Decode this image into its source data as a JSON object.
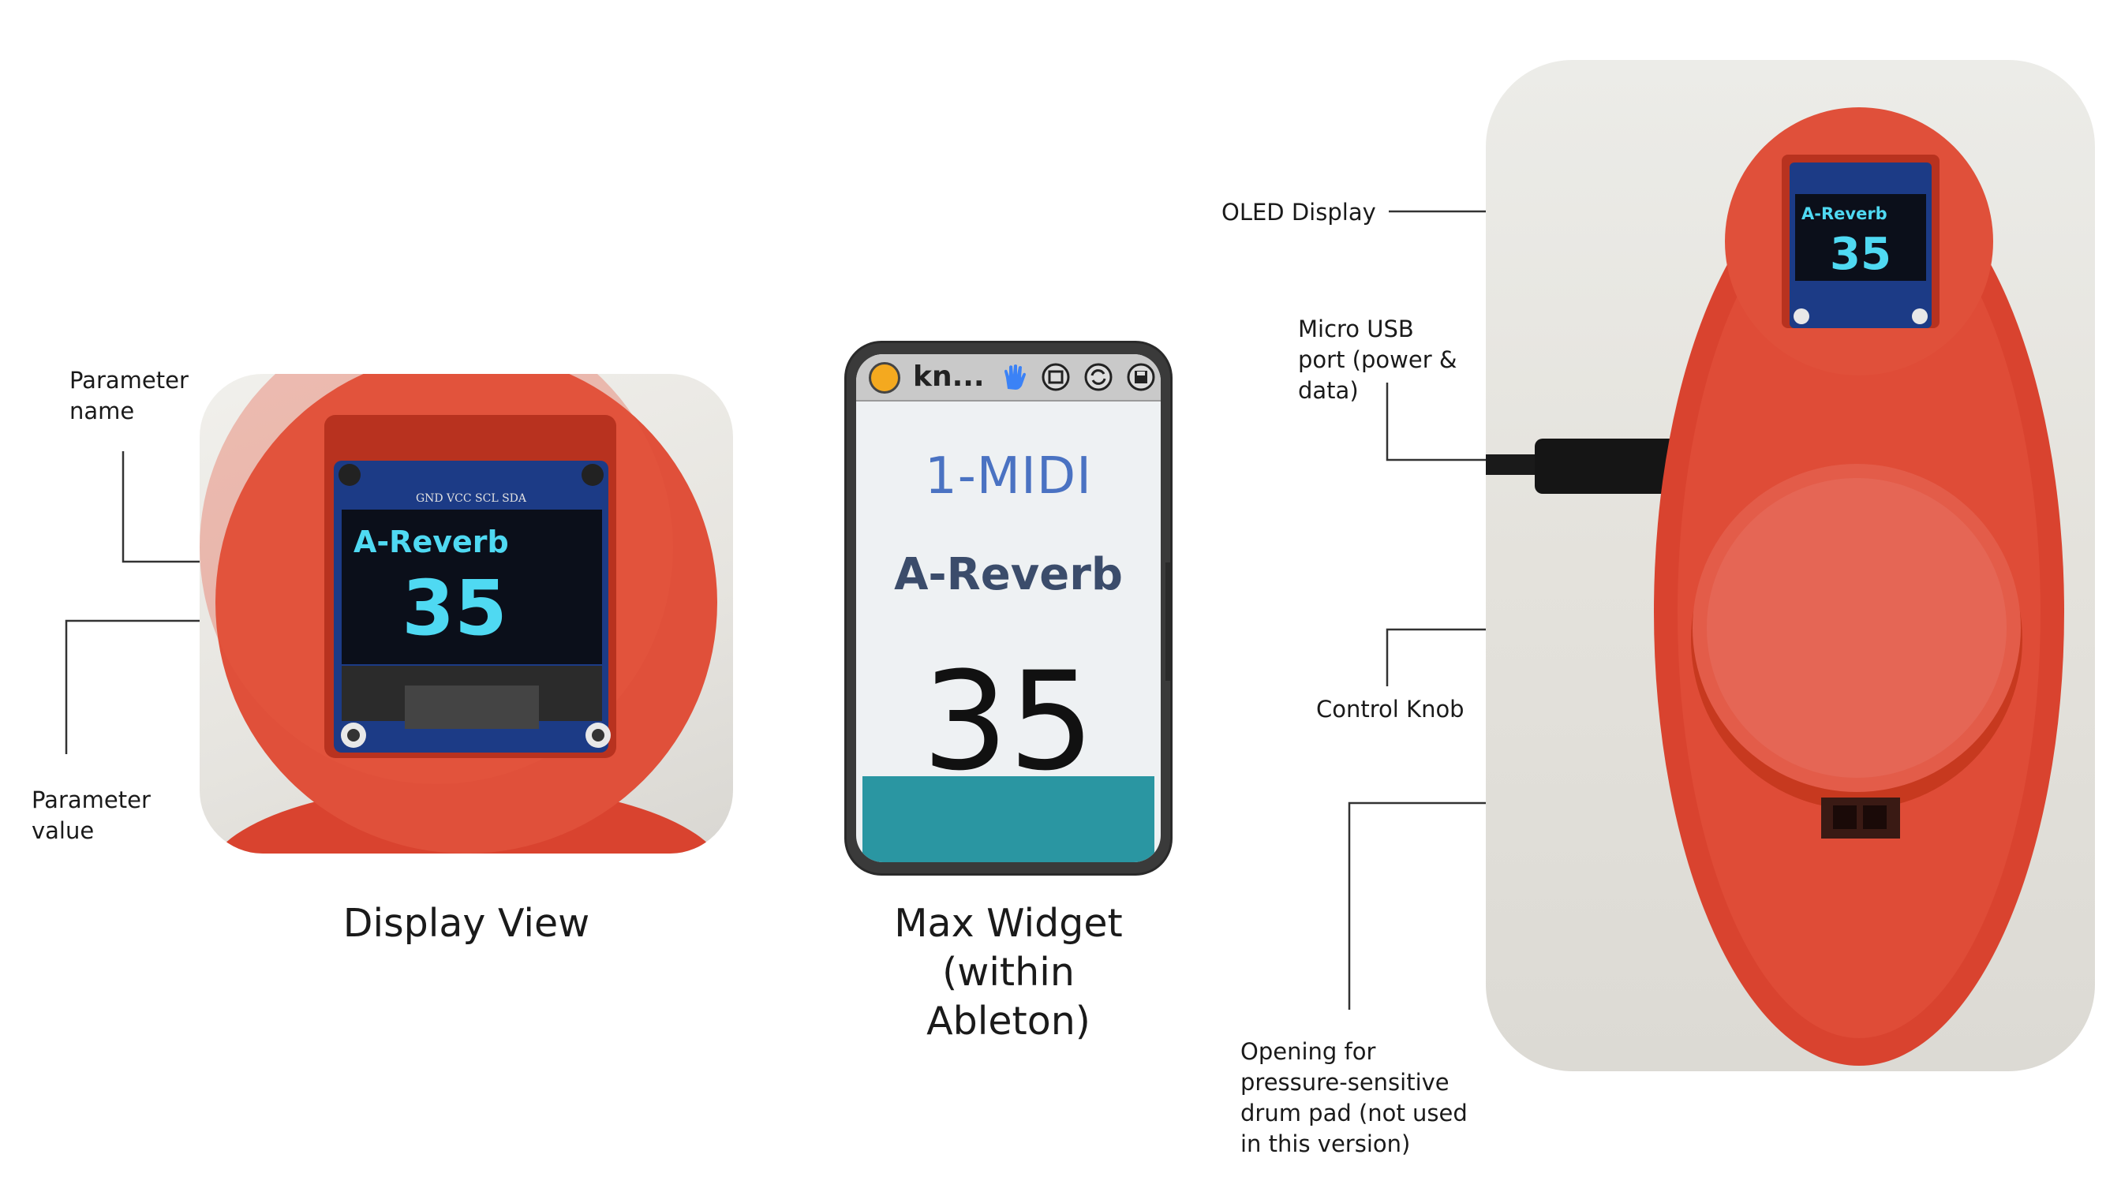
{
  "annotations": {
    "parameter_name": "Parameter\nname",
    "parameter_value": "Parameter\nvalue",
    "oled_display": "OLED Display",
    "micro_usb": "Micro USB\nport (power &\ndata)",
    "control_knob": "Control Knob",
    "drum_pad_opening": "Opening for\npressure-sensitive\ndrum pad (not used\nin this version)"
  },
  "captions": {
    "display_view": "Display View",
    "max_widget": "Max Widget\n(within\nAbleton)"
  },
  "oled": {
    "pin_labels": "GND VCC SCL SDA",
    "param_name": "A-Reverb",
    "param_value": "35"
  },
  "widget": {
    "title": "kn...",
    "midi_label": "1-MIDI",
    "param_name": "A-Reverb",
    "param_value": "35",
    "icons": [
      "hand-icon",
      "clip-icon",
      "refresh-icon",
      "save-icon"
    ]
  },
  "colors": {
    "device_red": "#e0503a",
    "oled_text": "#4fd9f2",
    "widget_teal": "#2a96a2",
    "widget_midi": "#4a72c2",
    "widget_dot": "#f4a91f"
  }
}
